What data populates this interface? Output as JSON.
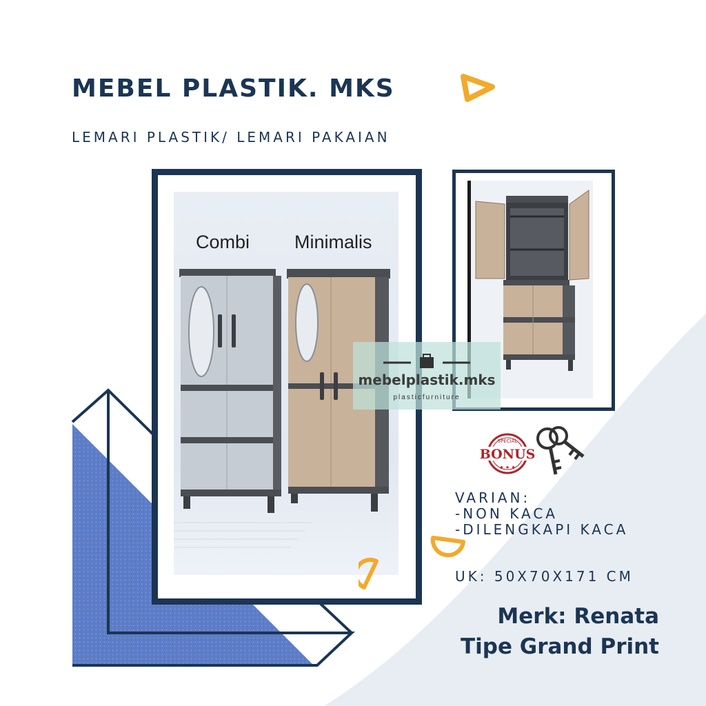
{
  "header": {
    "title": "MEBEL PLASTIK. MKS",
    "subtitle": "LEMARI PLASTIK/ LEMARI PAKAIAN"
  },
  "main_photo": {
    "label_left": "Combi",
    "label_right": "Minimalis"
  },
  "watermark": {
    "name": "mebelplastik.mks",
    "tagline": "plasticfurniture"
  },
  "bonus": {
    "badge_text": "BONUS",
    "badge_top": "SPECIAL",
    "icon": "keys-icon"
  },
  "details": {
    "variant_heading": "VARIAN:",
    "variant_1": "-NON KACA",
    "variant_2": "-DILENGKAPI KACA",
    "size": "UK: 50X70X171 CM"
  },
  "product": {
    "brand": "Merk: Renata",
    "type": "Tipe Grand Print"
  },
  "colors": {
    "navy": "#1b3553",
    "accent_orange": "#f2aa2b",
    "blue_block": "#5e7dc8",
    "bg_curve": "#e8edf3"
  }
}
